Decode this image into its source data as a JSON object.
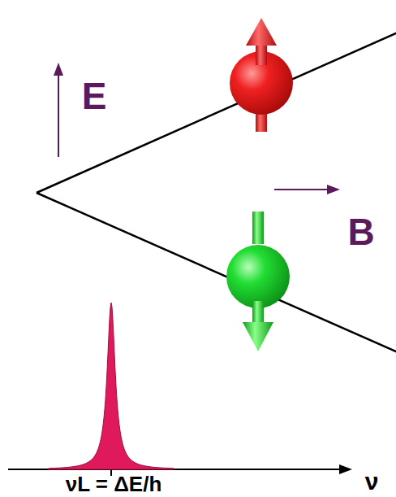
{
  "diagram": {
    "labels": [
      "E",
      "B",
      "νL = ΔE/h",
      "ν"
    ]
  }
}
